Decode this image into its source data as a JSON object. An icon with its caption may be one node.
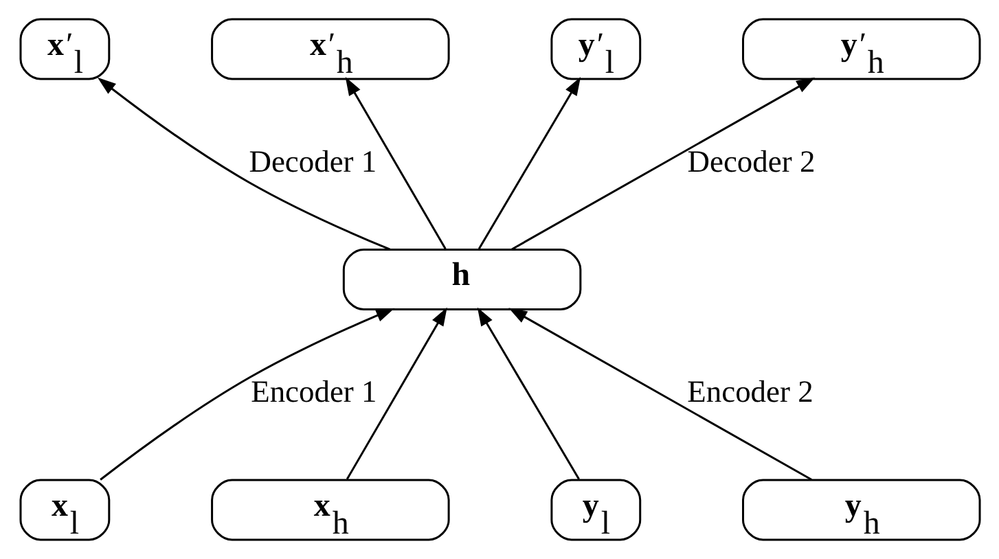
{
  "diagram": {
    "nodes": [
      {
        "text": [
          "**x**′$_{l}$"
        ]
      },
      {
        "text": [
          "**x**′$_{h}$"
        ]
      },
      {
        "text": [
          "**y**′$_{l}$"
        ]
      },
      {
        "text": [
          "**y**′$_{h}$"
        ]
      },
      {
        "text": [
          "**h**"
        ]
      },
      {
        "text": [
          "**x**$_{l}$"
        ]
      },
      {
        "text": [
          "**x**$_{h}$"
        ]
      },
      {
        "text": [
          "**y**$_{l}$"
        ]
      },
      {
        "text": [
          "**y**$_{h}$"
        ]
      }
    ],
    "edges": [
      {
        "from": 5,
        "to": 4,
        "arrow": "to",
        "label": "Encoder 1"
      },
      {
        "from": 6,
        "to": 4,
        "arrow": "to"
      },
      {
        "from": 7,
        "to": 4,
        "arrow": "to"
      },
      {
        "from": 8,
        "to": 4,
        "arrow": "to",
        "label": "Encoder 2"
      },
      {
        "from": 4,
        "to": 0,
        "arrow": "to",
        "label": "Decoder 1"
      },
      {
        "from": 4,
        "to": 1,
        "arrow": "to"
      },
      {
        "from": 4,
        "to": 2,
        "arrow": "to"
      },
      {
        "from": 4,
        "to": 3,
        "arrow": "to",
        "label": "Decoder 2"
      }
    ]
  }
}
